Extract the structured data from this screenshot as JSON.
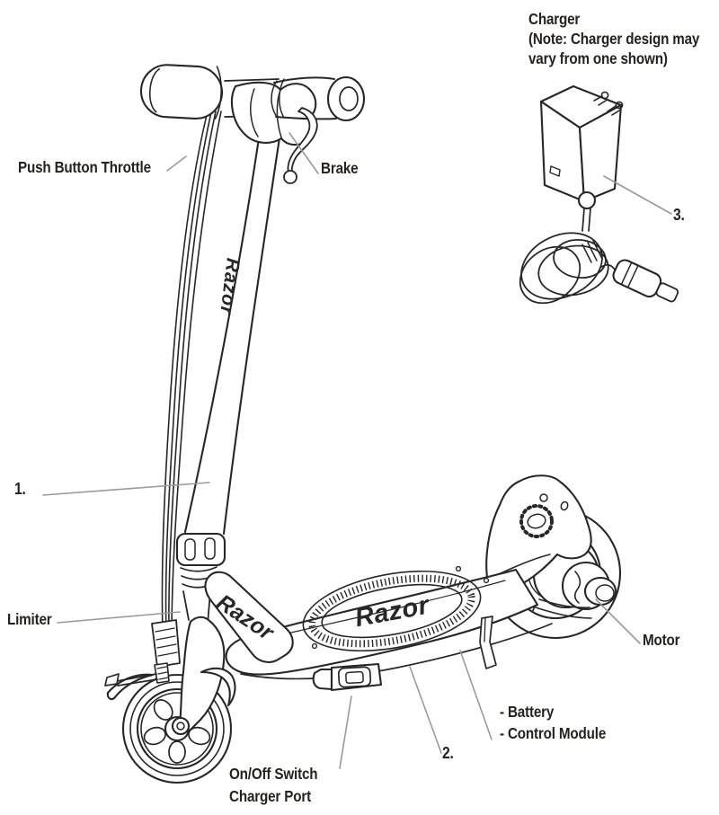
{
  "brand": "Razor",
  "colors": {
    "background": "#ffffff",
    "line": "#272727",
    "leader": "#9a9a9a",
    "label": "#26221f"
  },
  "labels": {
    "throttle": "Push Button Throttle",
    "brake": "Brake",
    "num1": "1.",
    "limiter": "Limiter",
    "motor": "Motor",
    "onoff_line1": "On/Off Switch",
    "onoff_line2": "Charger Port",
    "num2": "2.",
    "battery": "- Battery",
    "control_module": "- Control Module",
    "charger_title": "Charger",
    "charger_note1": "(Note: Charger design may",
    "charger_note2": "vary from one shown)",
    "num3": "3."
  }
}
